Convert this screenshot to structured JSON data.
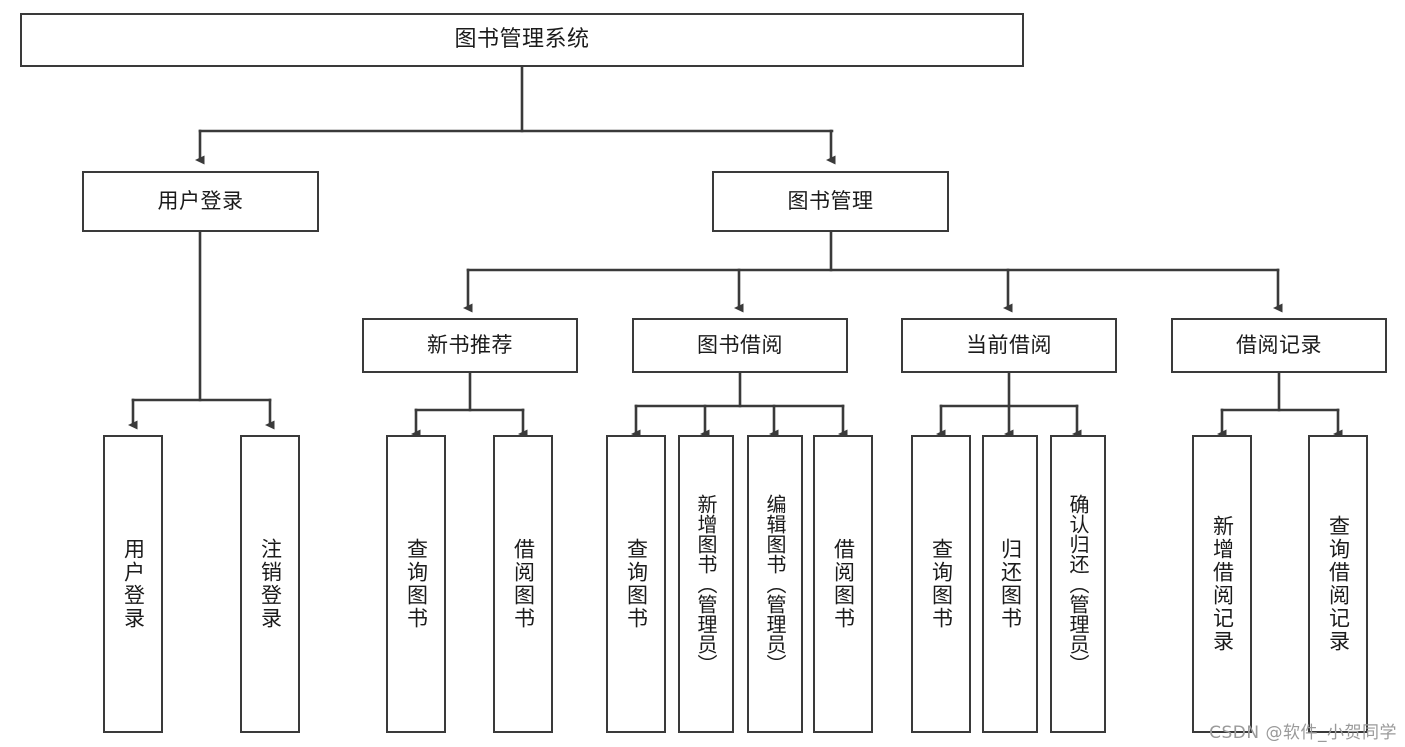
{
  "diagram": {
    "title": "图书管理系统",
    "type": "tree-hierarchy-diagram",
    "colors": {
      "box_border": "#3a3a3a",
      "box_fill": "#ffffff",
      "edge": "#3a3a3a",
      "text": "#1b1b1b",
      "watermark": "#9a9a9a",
      "background": "#ffffff"
    },
    "nodes": {
      "root": {
        "label": "图书管理系统"
      },
      "level2": [
        {
          "label": "用户登录"
        },
        {
          "label": "图书管理"
        }
      ],
      "level3": [
        {
          "label": "新书推荐"
        },
        {
          "label": "图书借阅"
        },
        {
          "label": "当前借阅"
        },
        {
          "label": "借阅记录"
        }
      ],
      "leaves": {
        "user_login": [
          {
            "label": "用户登录"
          },
          {
            "label": "注销登录"
          }
        ],
        "new_book_recommend": [
          {
            "label": "查询图书"
          },
          {
            "label": "借阅图书"
          }
        ],
        "book_borrow": [
          {
            "label": "查询图书"
          },
          {
            "label": "新增图书（管理员）"
          },
          {
            "label": "编辑图书（管理员）"
          },
          {
            "label": "借阅图书"
          }
        ],
        "current_borrow": [
          {
            "label": "查询图书"
          },
          {
            "label": "归还图书"
          },
          {
            "label": "确认归还（管理员）"
          }
        ],
        "borrow_record": [
          {
            "label": "新增借阅记录"
          },
          {
            "label": "查询借阅记录"
          }
        ]
      }
    },
    "watermark": "CSDN @软件_小贺同学"
  }
}
